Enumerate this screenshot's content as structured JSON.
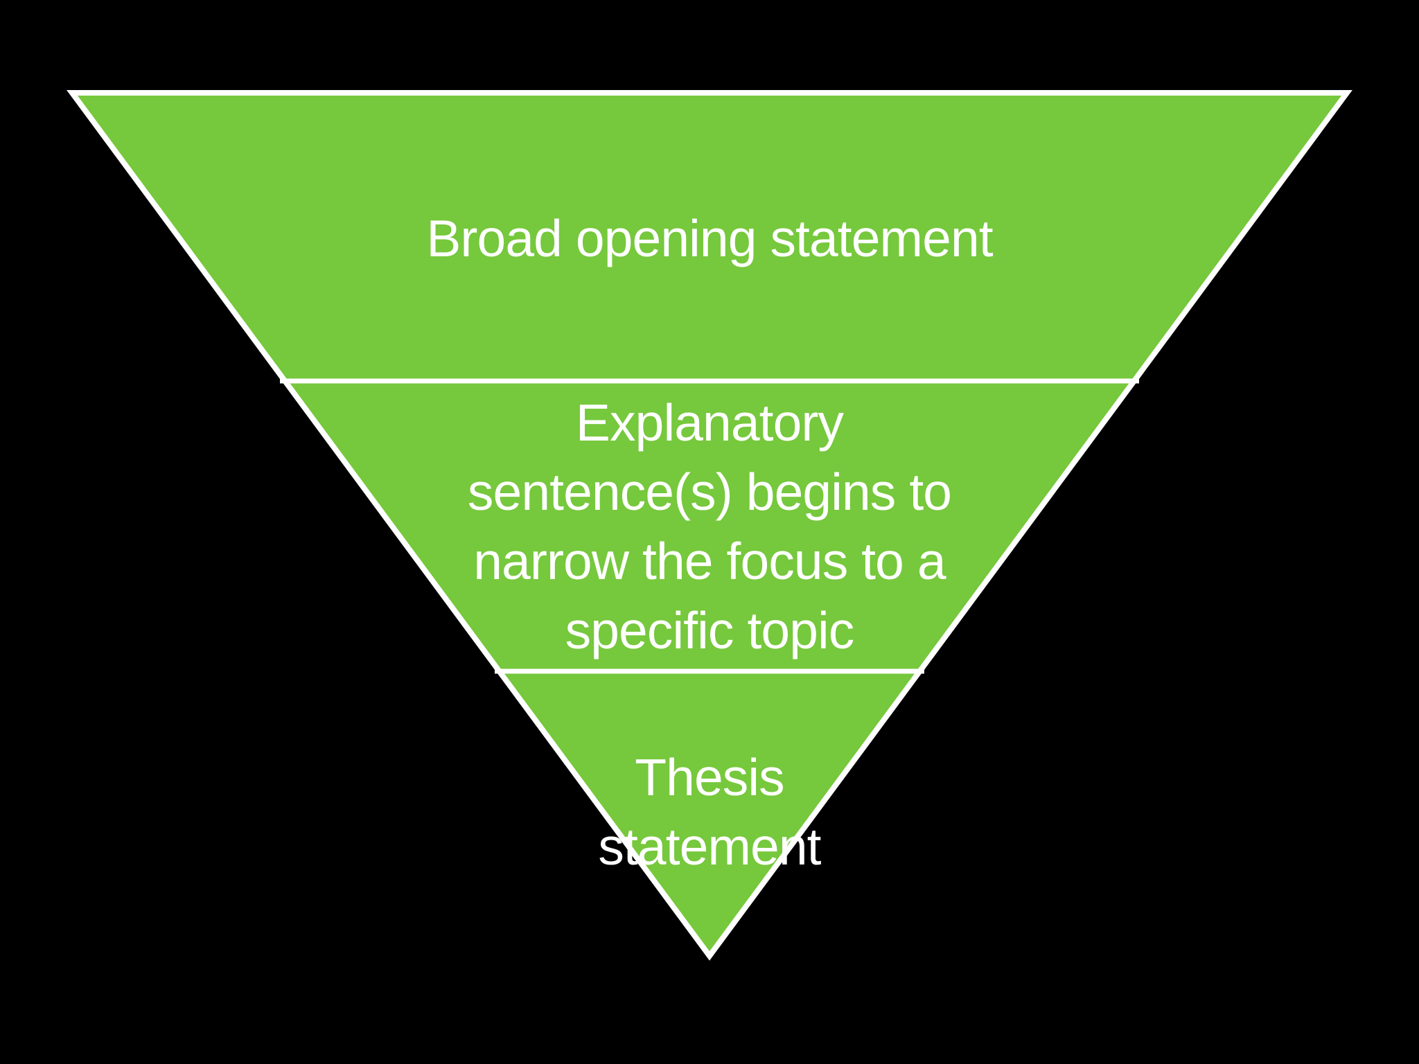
{
  "diagram": {
    "shape": "inverted-pyramid",
    "background_color": "#000000",
    "fill_color": "#76C83C",
    "line_color": "#FFFFFF",
    "text_color": "#FFFFFF",
    "sections": [
      {
        "label": "Broad opening statement",
        "lines": [
          "Broad opening statement"
        ]
      },
      {
        "label": "Explanatory sentence(s) begins to narrow the focus to a specific topic",
        "lines": [
          "Explanatory",
          "sentence(s) begins to",
          "narrow the focus to a",
          "specific topic"
        ]
      },
      {
        "label": "Thesis statement",
        "lines": [
          "Thesis",
          "statement"
        ]
      }
    ]
  }
}
